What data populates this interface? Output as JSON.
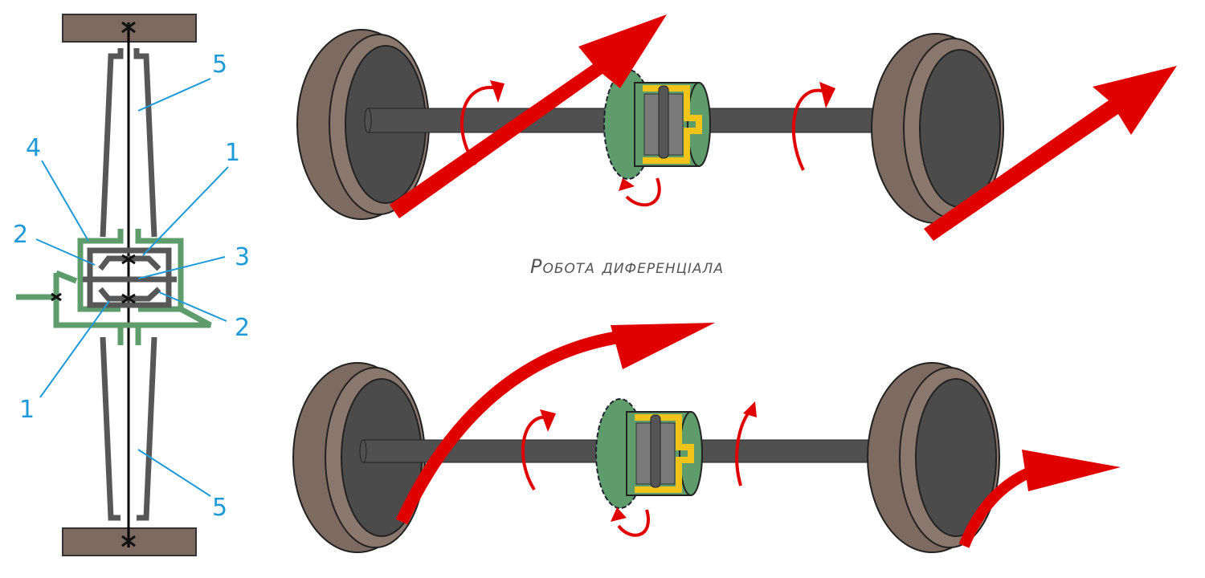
{
  "caption": "Робота диференціала",
  "labels": {
    "top_5": "5",
    "label_4": "4",
    "top_1": "1",
    "left_2": "2",
    "label_3": "3",
    "right_2": "2",
    "bottom_1": "1",
    "bottom_5": "5"
  },
  "colors": {
    "tire": "#7d6b62",
    "rim": "#4b4b4b",
    "axle": "#505050",
    "gear": "#5f9c6c",
    "housing": "#f2c318",
    "arrow": "#e00000",
    "label": "#1e9ad8"
  }
}
